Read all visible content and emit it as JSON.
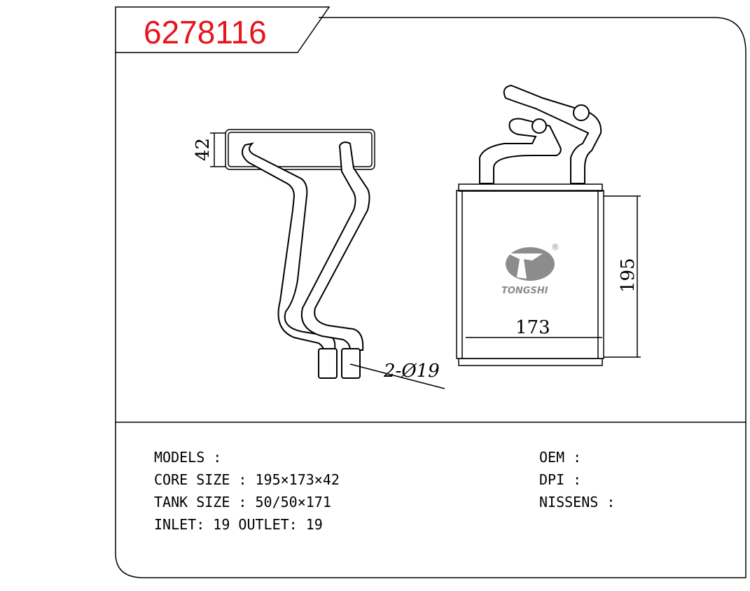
{
  "title": "6278116",
  "brand": {
    "logo_text": "TONGSHI",
    "registered": "®",
    "logo_color": "#8c8c8c"
  },
  "dimensions": {
    "thickness": "42",
    "height": "195",
    "width": "173",
    "pipe": "2-Ø19"
  },
  "specs": {
    "models": "MODELS :",
    "core_size": "CORE SIZE : 195×173×42",
    "tank_size": "TANK SIZE : 50/50×171",
    "inlet_outlet": "INLET: 19  OUTLET: 19",
    "oem": "OEM :",
    "dpi": "DPI :",
    "nissens": "NISSENS :"
  },
  "colors": {
    "title": "#e8141c"
  }
}
